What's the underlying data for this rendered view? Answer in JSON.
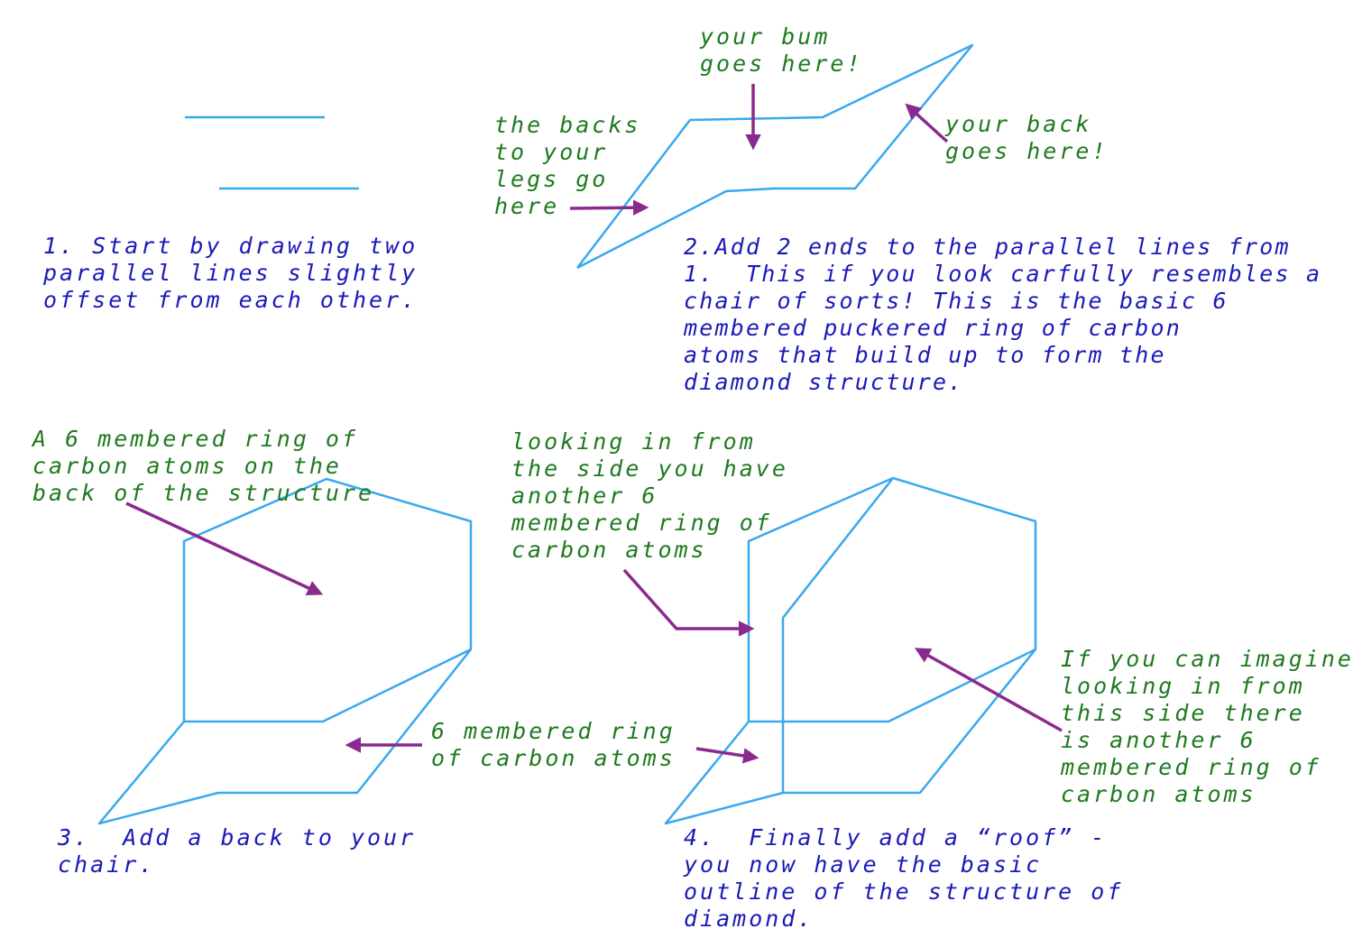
{
  "colors": {
    "line": "#3aa8ef",
    "arrow": "#8b2a8e",
    "caption": "#1a1ab8",
    "note": "#1e7a1e"
  },
  "steps": {
    "step1": {
      "caption": [
        "1. Start by drawing two",
        "parallel lines slightly",
        "offset from each other."
      ]
    },
    "step2": {
      "caption": [
        "2.Add 2 ends to the parallel lines from",
        "1.  This if you look carfully resembles a",
        "chair of sorts! This is the basic 6",
        "membered puckered ring of carbon",
        "atoms that build up to form the",
        "diamond structure."
      ],
      "bum_note": [
        "your bum",
        "goes here!"
      ],
      "legs_note": [
        "the backs",
        "to your",
        "legs go",
        "here"
      ],
      "back_note": [
        "your back",
        "goes here!"
      ]
    },
    "step3": {
      "caption": [
        "3.  Add a back to your",
        "chair."
      ],
      "back_ring_note": [
        "A 6 membered ring of",
        "carbon atoms on the",
        "back of the structure"
      ],
      "ring_note": [
        "6 membered ring",
        "of carbon atoms"
      ]
    },
    "step4": {
      "caption": [
        "4.  Finally add a “roof” -",
        "you now have the basic",
        "outline of the structure of",
        "diamond."
      ],
      "side_note": [
        "looking in from",
        "the side you have",
        "another 6",
        "membered ring of",
        "carbon atoms"
      ],
      "right_note": [
        "If you can imagine",
        "looking in from",
        "this side there",
        "is another 6",
        "membered ring of",
        "carbon atoms"
      ]
    }
  }
}
